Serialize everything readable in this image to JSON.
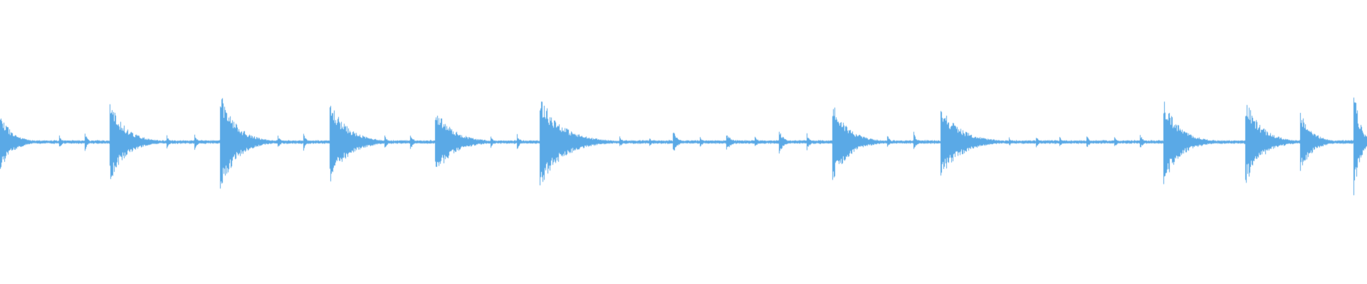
{
  "waveform": {
    "color": "#5aa9e6",
    "background": "#ffffff",
    "icon": "audio-waveform",
    "transients": [
      {
        "t": 0.0,
        "amp": 0.5,
        "decay": 30
      },
      {
        "t": 0.043,
        "amp": 0.12,
        "decay": 7
      },
      {
        "t": 0.062,
        "amp": 0.16,
        "decay": 7
      },
      {
        "t": 0.08,
        "amp": 0.7,
        "decay": 40
      },
      {
        "t": 0.122,
        "amp": 0.12,
        "decay": 7
      },
      {
        "t": 0.142,
        "amp": 0.14,
        "decay": 7
      },
      {
        "t": 0.161,
        "amp": 0.88,
        "decay": 40
      },
      {
        "t": 0.203,
        "amp": 0.12,
        "decay": 7
      },
      {
        "t": 0.222,
        "amp": 0.15,
        "decay": 7
      },
      {
        "t": 0.241,
        "amp": 0.72,
        "decay": 45
      },
      {
        "t": 0.281,
        "amp": 0.12,
        "decay": 7
      },
      {
        "t": 0.3,
        "amp": 0.18,
        "decay": 7
      },
      {
        "t": 0.318,
        "amp": 0.6,
        "decay": 45
      },
      {
        "t": 0.359,
        "amp": 0.1,
        "decay": 7
      },
      {
        "t": 0.378,
        "amp": 0.14,
        "decay": 7
      },
      {
        "t": 0.395,
        "amp": 0.82,
        "decay": 55
      },
      {
        "t": 0.453,
        "amp": 0.1,
        "decay": 7
      },
      {
        "t": 0.475,
        "amp": 0.08,
        "decay": 7
      },
      {
        "t": 0.492,
        "amp": 0.2,
        "decay": 12
      },
      {
        "t": 0.512,
        "amp": 0.1,
        "decay": 7
      },
      {
        "t": 0.531,
        "amp": 0.16,
        "decay": 12
      },
      {
        "t": 0.552,
        "amp": 0.12,
        "decay": 7
      },
      {
        "t": 0.57,
        "amp": 0.2,
        "decay": 12
      },
      {
        "t": 0.59,
        "amp": 0.16,
        "decay": 7
      },
      {
        "t": 0.609,
        "amp": 0.7,
        "decay": 40
      },
      {
        "t": 0.649,
        "amp": 0.12,
        "decay": 7
      },
      {
        "t": 0.668,
        "amp": 0.18,
        "decay": 7
      },
      {
        "t": 0.688,
        "amp": 0.64,
        "decay": 50
      },
      {
        "t": 0.738,
        "amp": 0.08,
        "decay": 7
      },
      {
        "t": 0.758,
        "amp": 0.1,
        "decay": 7
      },
      {
        "t": 0.775,
        "amp": 0.1,
        "decay": 7
      },
      {
        "t": 0.795,
        "amp": 0.12,
        "decay": 7
      },
      {
        "t": 0.815,
        "amp": 0.1,
        "decay": 7
      },
      {
        "t": 0.834,
        "amp": 0.14,
        "decay": 7
      },
      {
        "t": 0.851,
        "amp": 0.76,
        "decay": 40
      },
      {
        "t": 0.911,
        "amp": 0.76,
        "decay": 40
      },
      {
        "t": 0.951,
        "amp": 0.52,
        "decay": 30
      },
      {
        "t": 0.99,
        "amp": 1.0,
        "decay": 15
      }
    ]
  }
}
